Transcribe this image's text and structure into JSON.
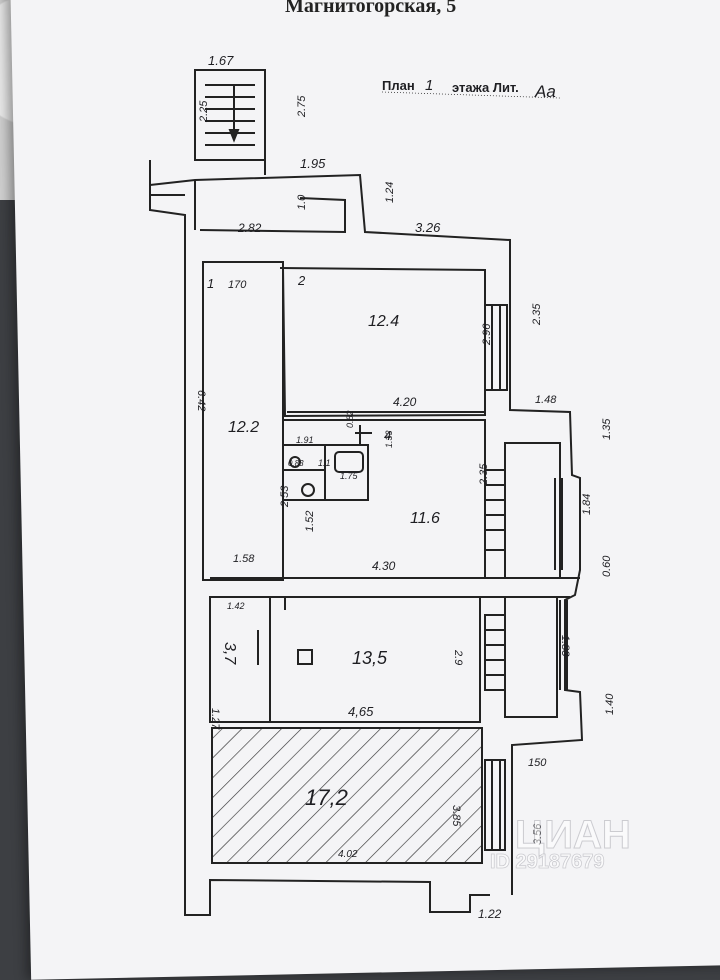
{
  "header": {
    "address": "Магнитогорская, 5"
  },
  "plan_title": {
    "prefix": "План",
    "floor": "1",
    "middle": "этажа Лит.",
    "lit": "Аа"
  },
  "rooms": {
    "r1": "1",
    "r2": "2",
    "r4": "4",
    "a124": "12.4",
    "a122": "12.2",
    "a116": "11.6",
    "a135": "13,5",
    "a37": "3,7",
    "a172": "17,2"
  },
  "dims": {
    "d167": "1.67",
    "d225": "2.25",
    "d275": "2.75",
    "d195": "1.95",
    "d124": "1.24",
    "d282": "2.82",
    "d10": "1.0",
    "d326": "3.26",
    "d170": "170",
    "d296": "2.96",
    "d235a": "2.35",
    "d642": "6.42",
    "d420": "4.20",
    "d148": "1.48",
    "d135": "1.35",
    "d191": "1.91",
    "d082": "0.82",
    "d133": "1.33",
    "d083": "0.83",
    "d175": "1.75",
    "d1": "1.1",
    "d235b": "2.35",
    "d253": "2.53",
    "d152": "1.52",
    "d184": "1.84",
    "d158": "1.58",
    "d430": "4.30",
    "d060": "0.60",
    "d142": "1.42",
    "d29": "2.9",
    "d183": "1.83",
    "d140": "1.40",
    "d465": "4,65",
    "d127": "1.27",
    "d150": "150",
    "d385": "3.85",
    "d356": "3.56",
    "d402": "4.02",
    "d122": "1.22"
  },
  "watermark": {
    "brand": "ЦИАН",
    "id": "ID 29187679"
  }
}
